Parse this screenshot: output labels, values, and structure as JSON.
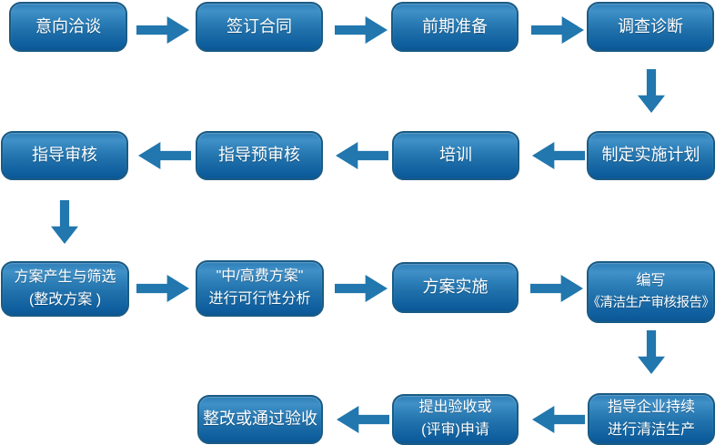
{
  "colors": {
    "node_gradient_top": "#4191c8",
    "node_gradient_bottom": "#0f5f9f",
    "node_border": "#1a5b84",
    "node_text": "#ffffff",
    "arrow": "#2177ae",
    "background": "#ffffff"
  },
  "nodes": {
    "intent_negotiation": {
      "label": "意向洽谈"
    },
    "sign_contract": {
      "label": "签订合同"
    },
    "preliminary_preparation": {
      "label": "前期准备"
    },
    "investigation_diagnosis": {
      "label": "调查诊断"
    },
    "make_implementation_plan": {
      "label": "制定实施计划"
    },
    "training": {
      "label": "培训"
    },
    "guide_pre_audit": {
      "label": "指导预审核"
    },
    "guide_audit": {
      "label": "指导审核"
    },
    "scheme_generation_screening": {
      "line1": "方案产生与筛选",
      "line2": "(整改方案 )"
    },
    "feasibility_analysis": {
      "line1": "\"中/高费方案\"",
      "line2": "进行可行性分析"
    },
    "scheme_implementation": {
      "label": "方案实施"
    },
    "write_audit_report": {
      "line1": "编写",
      "line2": "《清洁生产审核报告》"
    },
    "guide_continuous_cleaner_production": {
      "line1": "指导企业持续",
      "line2": "进行清洁生产"
    },
    "apply_for_acceptance": {
      "line1": "提出验收或",
      "line2": "(评审)申请"
    },
    "rectify_or_pass_acceptance": {
      "label": "整改或通过验收"
    }
  },
  "edges": [
    {
      "from": "intent_negotiation",
      "to": "sign_contract",
      "direction": "right"
    },
    {
      "from": "sign_contract",
      "to": "preliminary_preparation",
      "direction": "right"
    },
    {
      "from": "preliminary_preparation",
      "to": "investigation_diagnosis",
      "direction": "right"
    },
    {
      "from": "investigation_diagnosis",
      "to": "make_implementation_plan",
      "direction": "down"
    },
    {
      "from": "make_implementation_plan",
      "to": "training",
      "direction": "left"
    },
    {
      "from": "training",
      "to": "guide_pre_audit",
      "direction": "left"
    },
    {
      "from": "guide_pre_audit",
      "to": "guide_audit",
      "direction": "left"
    },
    {
      "from": "guide_audit",
      "to": "scheme_generation_screening",
      "direction": "down"
    },
    {
      "from": "scheme_generation_screening",
      "to": "feasibility_analysis",
      "direction": "right"
    },
    {
      "from": "feasibility_analysis",
      "to": "scheme_implementation",
      "direction": "right"
    },
    {
      "from": "scheme_implementation",
      "to": "write_audit_report",
      "direction": "right"
    },
    {
      "from": "write_audit_report",
      "to": "guide_continuous_cleaner_production",
      "direction": "down"
    },
    {
      "from": "guide_continuous_cleaner_production",
      "to": "apply_for_acceptance",
      "direction": "left"
    },
    {
      "from": "apply_for_acceptance",
      "to": "rectify_or_pass_acceptance",
      "direction": "left"
    }
  ]
}
